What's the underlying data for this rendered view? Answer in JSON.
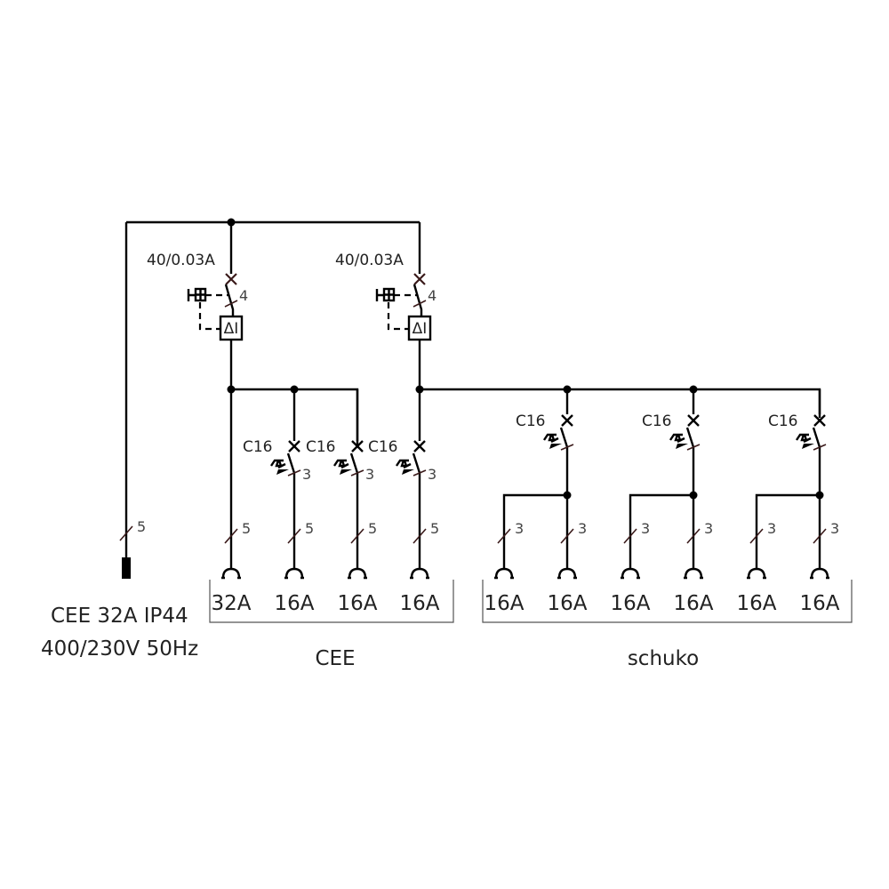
{
  "supply": {
    "line1": "CEE 32A IP44",
    "line2": "400/230V 50Hz",
    "conductors": "5"
  },
  "rcds": [
    {
      "rating": "40/0.03A",
      "poles": "4",
      "symbol": "ΔI"
    },
    {
      "rating": "40/0.03A",
      "poles": "4",
      "symbol": "ΔI"
    }
  ],
  "cee": {
    "label": "CEE",
    "outlets": [
      {
        "rating": "32A",
        "conductors": "5",
        "breaker": null
      },
      {
        "rating": "16A",
        "conductors": "5",
        "breaker": "C16",
        "poles": "3"
      },
      {
        "rating": "16A",
        "conductors": "5",
        "breaker": "C16",
        "poles": "3"
      },
      {
        "rating": "16A",
        "conductors": "5",
        "breaker": "C16",
        "poles": "3"
      }
    ]
  },
  "schuko": {
    "label": "schuko",
    "breakers": [
      {
        "breaker": "C16"
      },
      {
        "breaker": "C16"
      },
      {
        "breaker": "C16"
      }
    ],
    "outlets": [
      {
        "rating": "16A",
        "conductors": "3"
      },
      {
        "rating": "16A",
        "conductors": "3"
      },
      {
        "rating": "16A",
        "conductors": "3"
      },
      {
        "rating": "16A",
        "conductors": "3"
      },
      {
        "rating": "16A",
        "conductors": "3"
      },
      {
        "rating": "16A",
        "conductors": "3"
      }
    ]
  }
}
